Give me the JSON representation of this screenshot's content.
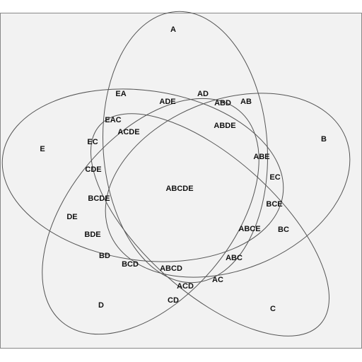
{
  "frame": {
    "background": "#f2f2f2",
    "border": "#888888"
  },
  "sets": [
    {
      "id": "A",
      "label": "A"
    },
    {
      "id": "B",
      "label": "B"
    },
    {
      "id": "C",
      "label": "C"
    },
    {
      "id": "D",
      "label": "D"
    },
    {
      "id": "E",
      "label": "E"
    }
  ],
  "outline_color": "#555555",
  "regions": [
    "EA",
    "ADE",
    "AD",
    "ABD",
    "AB",
    "EAC",
    "ACDE",
    "ABDE",
    "EC",
    "ABE",
    "CDE",
    "EC",
    "ABCDE",
    "BCDE",
    "BCE",
    "DE",
    "ABCE",
    "BC",
    "BDE",
    "BD",
    "BCD",
    "ABC",
    "ABCD",
    "AC",
    "ACD",
    "CD"
  ]
}
